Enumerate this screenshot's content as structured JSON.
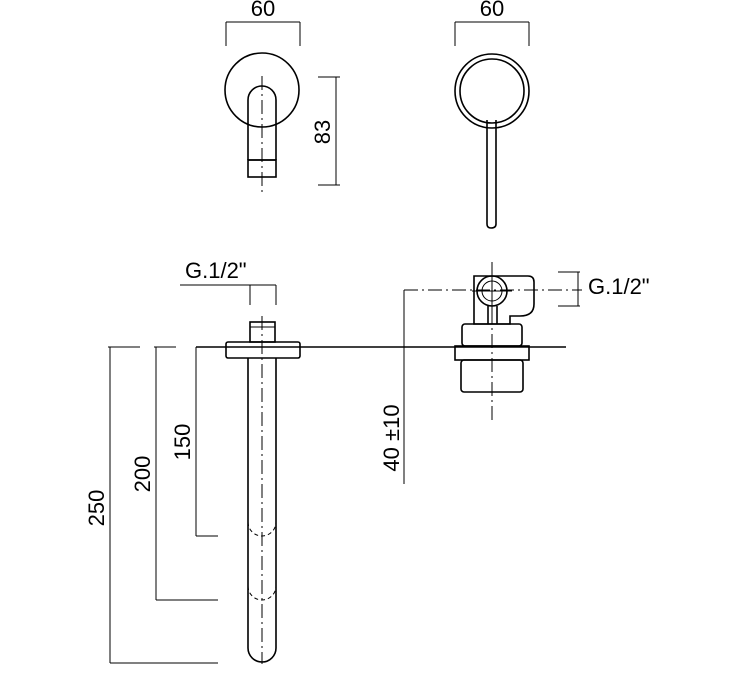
{
  "drawing": {
    "dimensions": {
      "top_left_width": "60",
      "top_right_width": "60",
      "top_height": "83",
      "thread_spout": "G.1/2\"",
      "thread_valve": "G.1/2\"",
      "spout_150": "150",
      "spout_200": "200",
      "spout_250": "250",
      "wall_depth": "40 ±10"
    }
  }
}
